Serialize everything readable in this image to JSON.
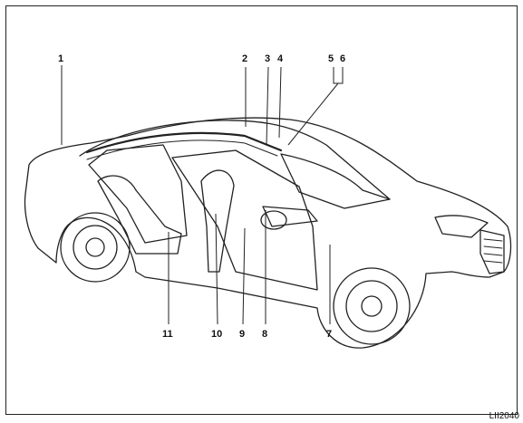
{
  "figure": {
    "callouts": [
      {
        "id": "c1",
        "label": "1"
      },
      {
        "id": "c2",
        "label": "2"
      },
      {
        "id": "c3",
        "label": "3"
      },
      {
        "id": "c4",
        "label": "4"
      },
      {
        "id": "c5",
        "label": "5"
      },
      {
        "id": "c6",
        "label": "6"
      },
      {
        "id": "c7",
        "label": "7"
      },
      {
        "id": "c8",
        "label": "8"
      },
      {
        "id": "c9",
        "label": "9"
      },
      {
        "id": "c10",
        "label": "10"
      },
      {
        "id": "c11",
        "label": "11"
      }
    ],
    "code": "LII2040"
  }
}
